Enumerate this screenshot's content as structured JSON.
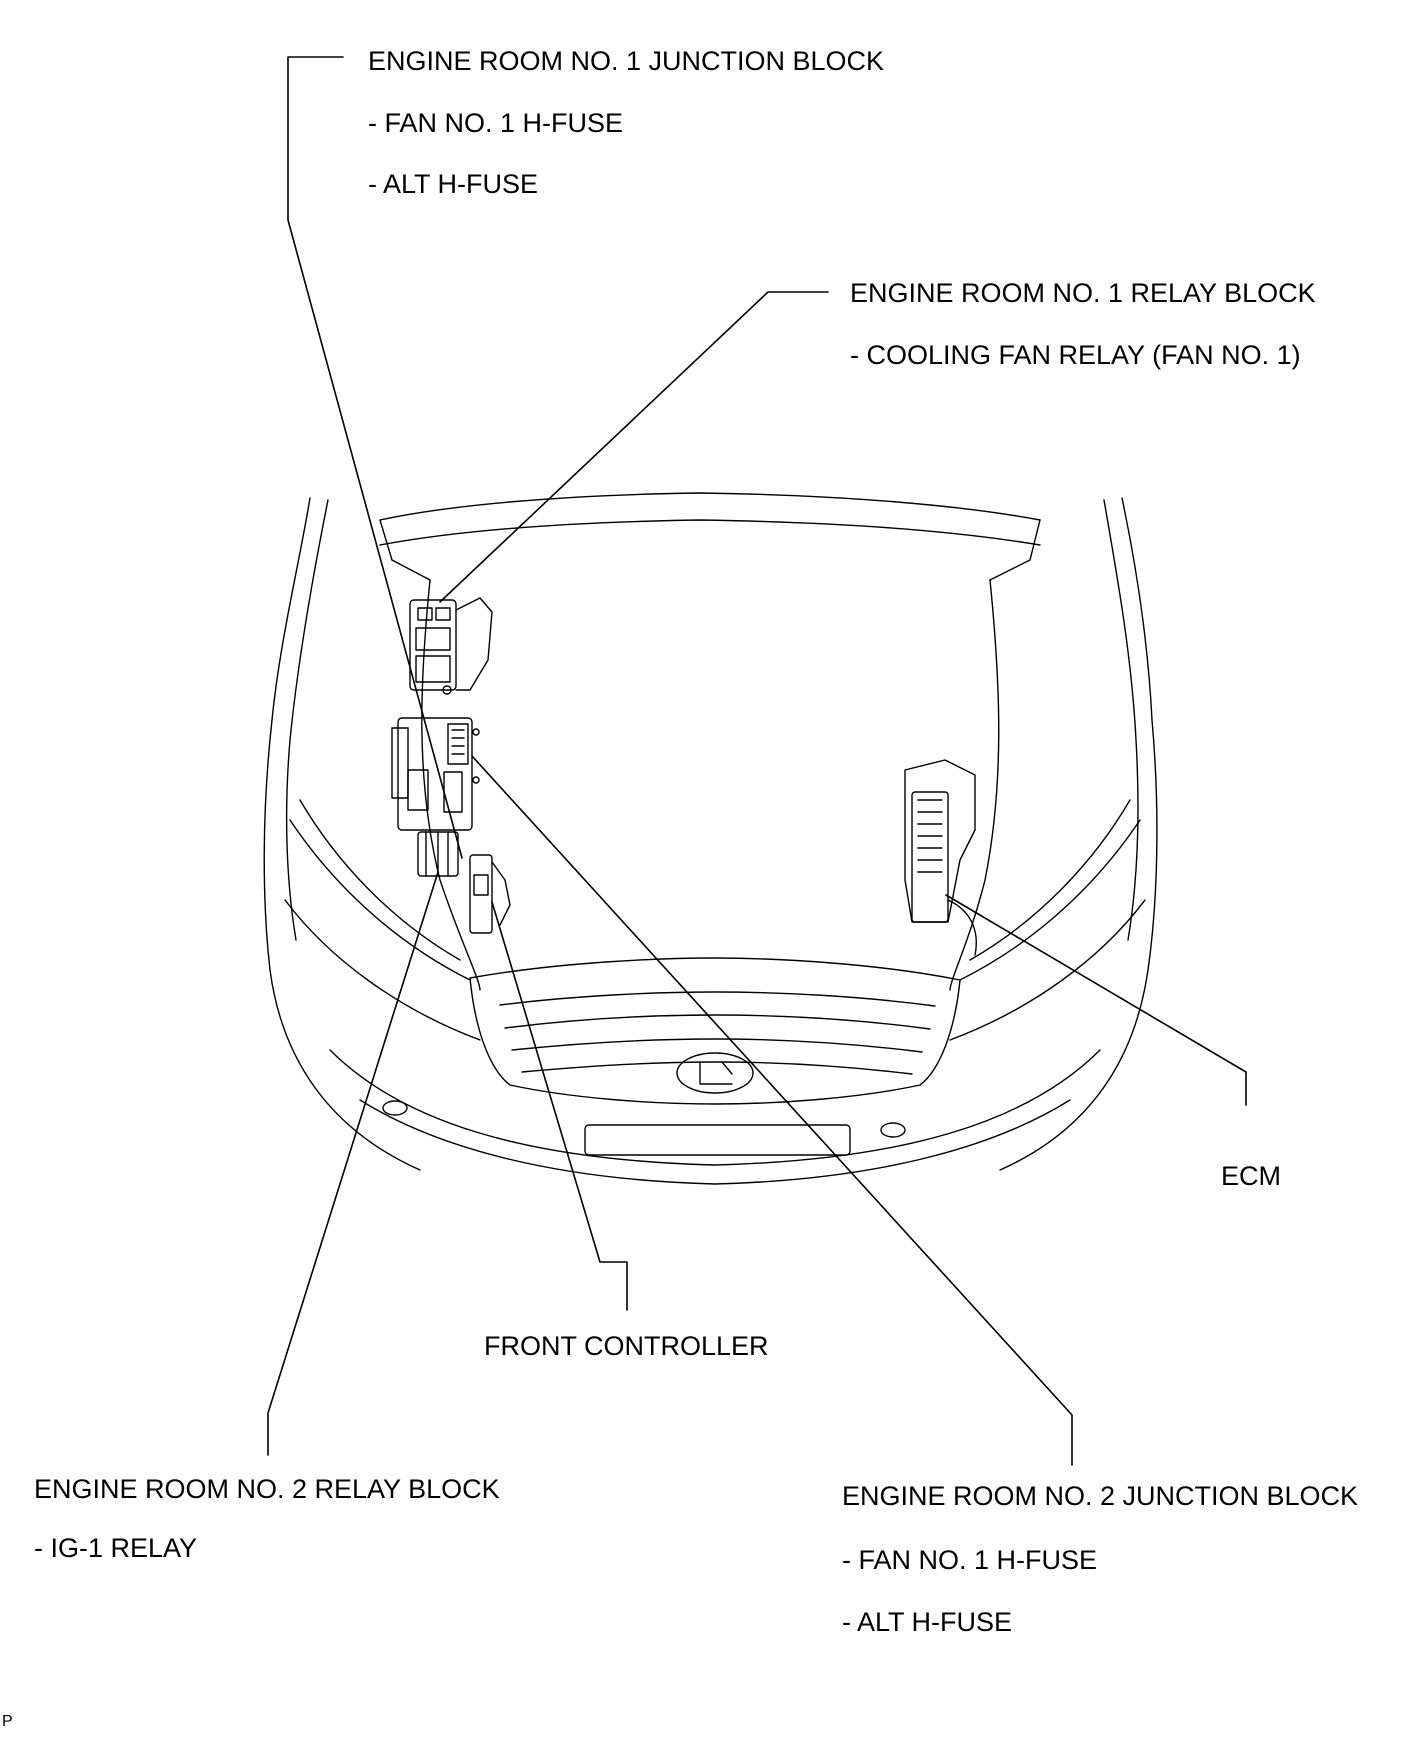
{
  "colors": {
    "ink": "#000000",
    "background": "#ffffff"
  },
  "labels": {
    "jb1_title": "ENGINE ROOM NO. 1 JUNCTION BLOCK",
    "jb1_item1": "- FAN NO. 1 H-FUSE",
    "jb1_item2": "- ALT H-FUSE",
    "rb1_title": "ENGINE ROOM NO. 1 RELAY BLOCK",
    "rb1_item1": "- COOLING FAN RELAY (FAN NO. 1)",
    "ecm": "ECM",
    "front_controller": "FRONT CONTROLLER",
    "rb2_title": "ENGINE ROOM NO. 2 RELAY BLOCK",
    "rb2_item1": "- IG-1 RELAY",
    "jb2_title": "ENGINE ROOM NO. 2 JUNCTION BLOCK",
    "jb2_item1": "- FAN NO. 1 H-FUSE",
    "jb2_item2": "- ALT H-FUSE",
    "corner_mark": "P"
  }
}
